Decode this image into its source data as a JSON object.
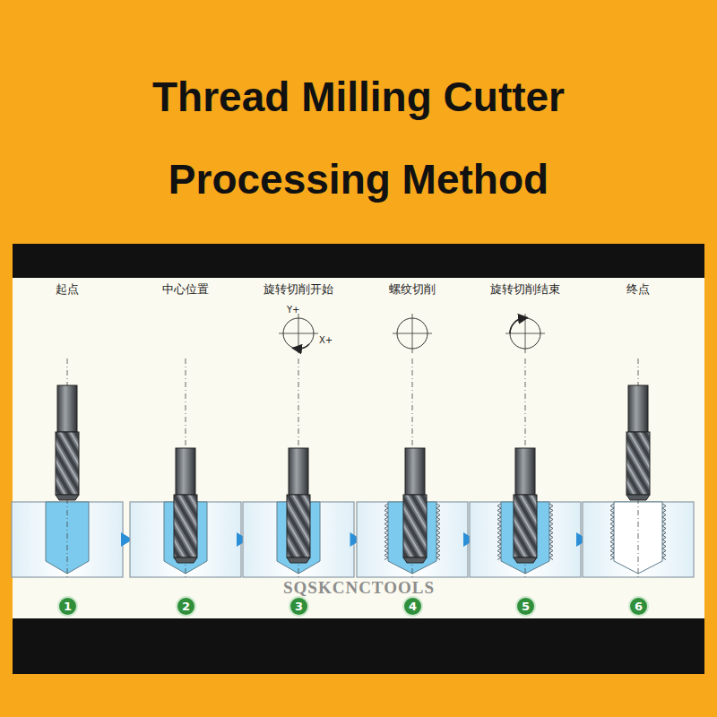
{
  "diagram": {
    "title": "Thread Milling Cutter Processing Method",
    "nodes": [
      {
        "text": [
          "1"
        ]
      },
      {
        "text": [
          "2"
        ]
      },
      {
        "text": [
          "3"
        ]
      },
      {
        "text": [
          "4"
        ]
      },
      {
        "text": [
          "5"
        ]
      },
      {
        "text": [
          "6"
        ]
      }
    ],
    "labels": [
      "起点",
      "中心位置",
      "旋转切削开始",
      "螺纹切削",
      "旋转切削结束",
      "终点",
      "Y+",
      "X+",
      "SQSKCNCTOOLS"
    ]
  }
}
